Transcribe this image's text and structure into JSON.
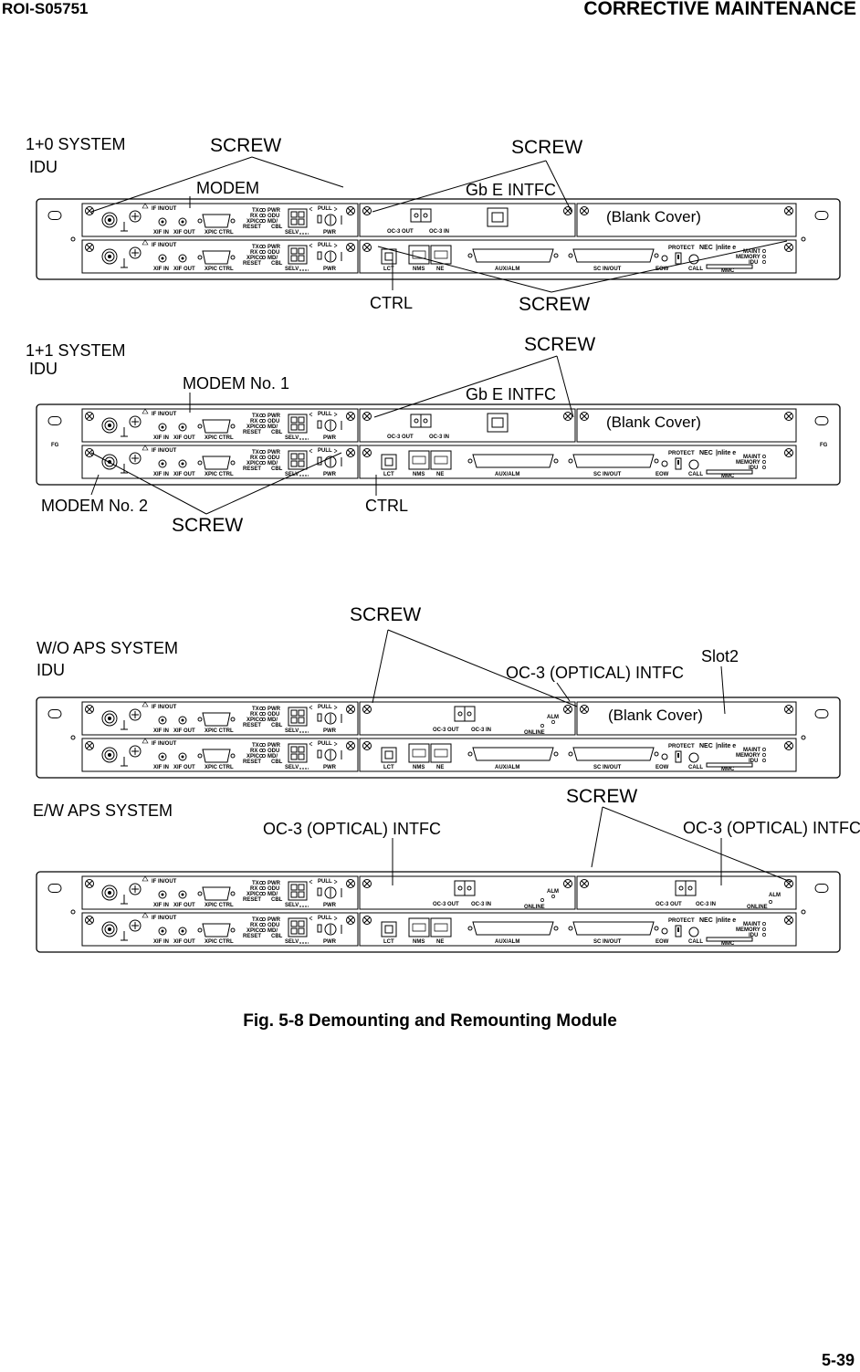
{
  "header": {
    "doc_id": "ROI-S05751",
    "section": "CORRECTIVE MAINTENANCE"
  },
  "page_number": "5-39",
  "figure_caption": "Fig. 5-8  Demounting and Remounting Module",
  "labels": {
    "sys1_title": "1+0 SYSTEM",
    "sys1_idu": "IDU",
    "sys1_screw_left": "SCREW",
    "sys1_screw_right": "SCREW",
    "sys1_modem": "MODEM",
    "sys1_gbe": "Gb E INTFC",
    "sys1_ctrl": "CTRL",
    "sys1_screw_bottom": "SCREW",
    "sys2_title": "1+1 SYSTEM",
    "sys2_idu": "IDU",
    "sys2_screw_top": "SCREW",
    "sys2_modem1": "MODEM No. 1",
    "sys2_gbe": "Gb E INTFC",
    "sys2_modem2": "MODEM No. 2",
    "sys2_ctrl": "CTRL",
    "sys2_screw_bottom": "SCREW",
    "sys3_screw": "SCREW",
    "sys3_title": "W/O APS SYSTEM",
    "sys3_idu": "IDU",
    "sys3_oc3": "OC-3 (OPTICAL) INTFC",
    "sys3_slot2": "Slot2",
    "sys4_title": "E/W APS SYSTEM",
    "sys4_screw": "SCREW",
    "sys4_oc3_left": "OC-3 (OPTICAL) INTFC",
    "sys4_oc3_right": "OC-3 (OPTICAL) INTFC"
  },
  "panel_text": {
    "blank_cover": "(Blank Cover)",
    "if_inout": "IF IN/OUT",
    "xif_in": "XIF IN",
    "xif_out": "XIF OUT",
    "xpic_ctrl": "XPIC CTRL",
    "tx": "TX",
    "rx": "RX",
    "xpic": "XPIC",
    "reset": "RESET",
    "pwr": "PWR",
    "odu": "ODU",
    "md": "MD/",
    "cbl": "CBL",
    "selv": "SELV",
    "pull": "PULL",
    "oc3_out": "OC-3 OUT",
    "oc3_in": "OC-3 IN",
    "alm": "ALM",
    "online": "ONLINE",
    "lct": "LCT",
    "nms": "NMS",
    "ne": "NE",
    "aux_alm": "AUX/ALM",
    "sc_inout": "SC IN/OUT",
    "eow": "EOW",
    "protect": "PROTECT",
    "call": "CALL",
    "mmc": "MMC",
    "brand": "NEC",
    "product": "|nlite e",
    "maint": "MAINT",
    "memory": "MEMORY",
    "idu": "IDU",
    "fg": "FG"
  }
}
